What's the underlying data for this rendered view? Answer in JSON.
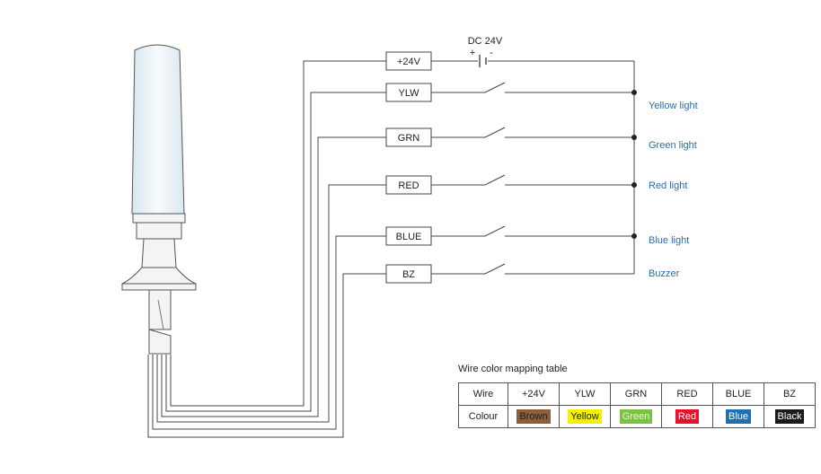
{
  "power": {
    "label": "DC 24V",
    "plus": "+",
    "minus": "-"
  },
  "wires": [
    {
      "tag": "+24V"
    },
    {
      "tag": "YLW",
      "output": "Yellow light"
    },
    {
      "tag": "GRN",
      "output": "Green light"
    },
    {
      "tag": "RED",
      "output": "Red light"
    },
    {
      "tag": "BLUE",
      "output": "Blue light"
    },
    {
      "tag": "BZ",
      "output": "Buzzer"
    }
  ],
  "table": {
    "title": "Wire color mapping table",
    "header_label": "Wire",
    "colour_label": "Colour",
    "columns": [
      {
        "wire": "+24V",
        "colour": "Brown",
        "bg": "#8b5e3c",
        "fg": "#222222"
      },
      {
        "wire": "YLW",
        "colour": "Yellow",
        "bg": "#f2f200",
        "fg": "#222222"
      },
      {
        "wire": "GRN",
        "colour": "Green",
        "bg": "#7cc242",
        "fg": "#e8f5e0"
      },
      {
        "wire": "RED",
        "colour": "Red",
        "bg": "#e8102a",
        "fg": "#ffffff"
      },
      {
        "wire": "BLUE",
        "colour": "Blue",
        "bg": "#1f6fb5",
        "fg": "#ffffff"
      },
      {
        "wire": "BZ",
        "colour": "Black",
        "bg": "#1a1a1a",
        "fg": "#ffffff"
      }
    ]
  }
}
